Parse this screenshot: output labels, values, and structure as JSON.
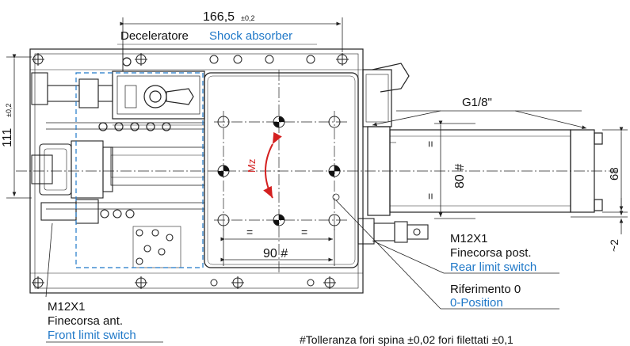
{
  "dimensions": {
    "top_width": "166,5",
    "top_width_tol": "±0,2",
    "left_height": "111",
    "left_height_tol": "±0,2",
    "hole_spacing_h": "90 #",
    "hole_spacing_v": "80 #",
    "body_height": "68",
    "offset": "~2",
    "equal_mark": "="
  },
  "labels": {
    "decelerator_it": "Deceleratore",
    "decelerator_en": "Shock absorber",
    "thread": "G1/8\"",
    "mz": "Mz",
    "rear_connector": "M12X1",
    "rear_it": "Finecorsa post.",
    "rear_en": "Rear limit switch",
    "zero_it": "Riferimento 0",
    "zero_en": "0-Position",
    "front_connector": "M12X1",
    "front_it": "Finecorsa ant.",
    "front_en": "Front limit switch",
    "footnote": "#Tolleranza fori spina ±0,02 fori filettati ±0,1"
  },
  "colors": {
    "line": "#222222",
    "accent_blue": "#1f78c8",
    "arrow_red": "#d42020"
  }
}
